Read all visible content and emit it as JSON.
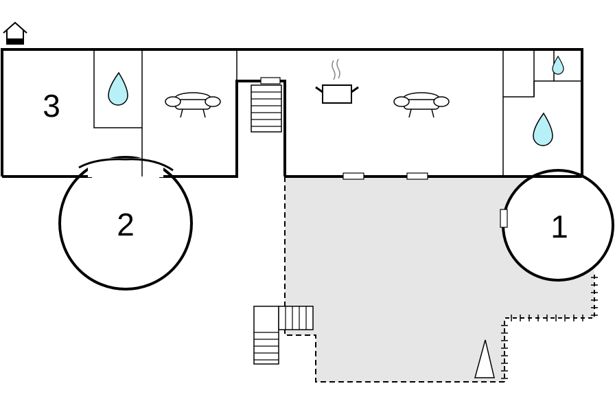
{
  "rooms": [
    {
      "number": "1"
    },
    {
      "number": "2"
    },
    {
      "number": "3"
    }
  ],
  "icons": {
    "entrance": "house-entrance-icon",
    "water": "water-drop-icon",
    "sofa": "sofa-icon",
    "kitchen": "cooking-pot-icon",
    "stairs": "stairs-icon",
    "tent": "tent-icon",
    "door": "door-icon"
  },
  "colors": {
    "wall": "#000000",
    "terrace": "#e6e6e6",
    "water_fill": "#b8f0f8",
    "background": "#ffffff"
  }
}
